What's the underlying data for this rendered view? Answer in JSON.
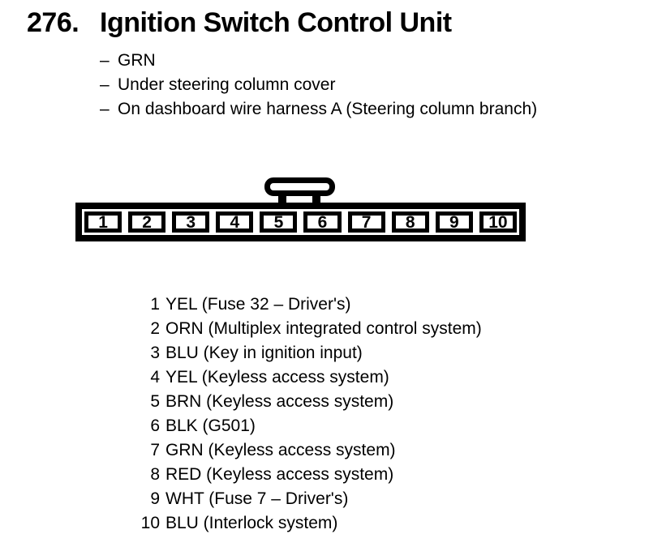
{
  "heading": {
    "number": "276.",
    "title": "Ignition Switch Control Unit"
  },
  "notes": {
    "dash": "–",
    "items": [
      "GRN",
      "Under steering column cover",
      "On dashboard wire harness A (Steering column branch)"
    ]
  },
  "connector": {
    "cells": [
      "1",
      "2",
      "3",
      "4",
      "5",
      "6",
      "7",
      "8",
      "9",
      "10"
    ]
  },
  "pins": [
    {
      "num": "1",
      "desc": "YEL (Fuse 32 – Driver's)"
    },
    {
      "num": "2",
      "desc": "ORN (Multiplex integrated control system)"
    },
    {
      "num": "3",
      "desc": "BLU (Key in ignition input)"
    },
    {
      "num": "4",
      "desc": "YEL (Keyless access system)"
    },
    {
      "num": "5",
      "desc": "BRN (Keyless access system)"
    },
    {
      "num": "6",
      "desc": "BLK (G501)"
    },
    {
      "num": "7",
      "desc": "GRN (Keyless access system)"
    },
    {
      "num": "8",
      "desc": "RED (Keyless access system)"
    },
    {
      "num": "9",
      "desc": "WHT (Fuse 7 – Driver's)"
    },
    {
      "num": "10",
      "desc": "BLU (Interlock system)"
    }
  ],
  "colors": {
    "ink": "#000000",
    "paper": "#ffffff"
  }
}
